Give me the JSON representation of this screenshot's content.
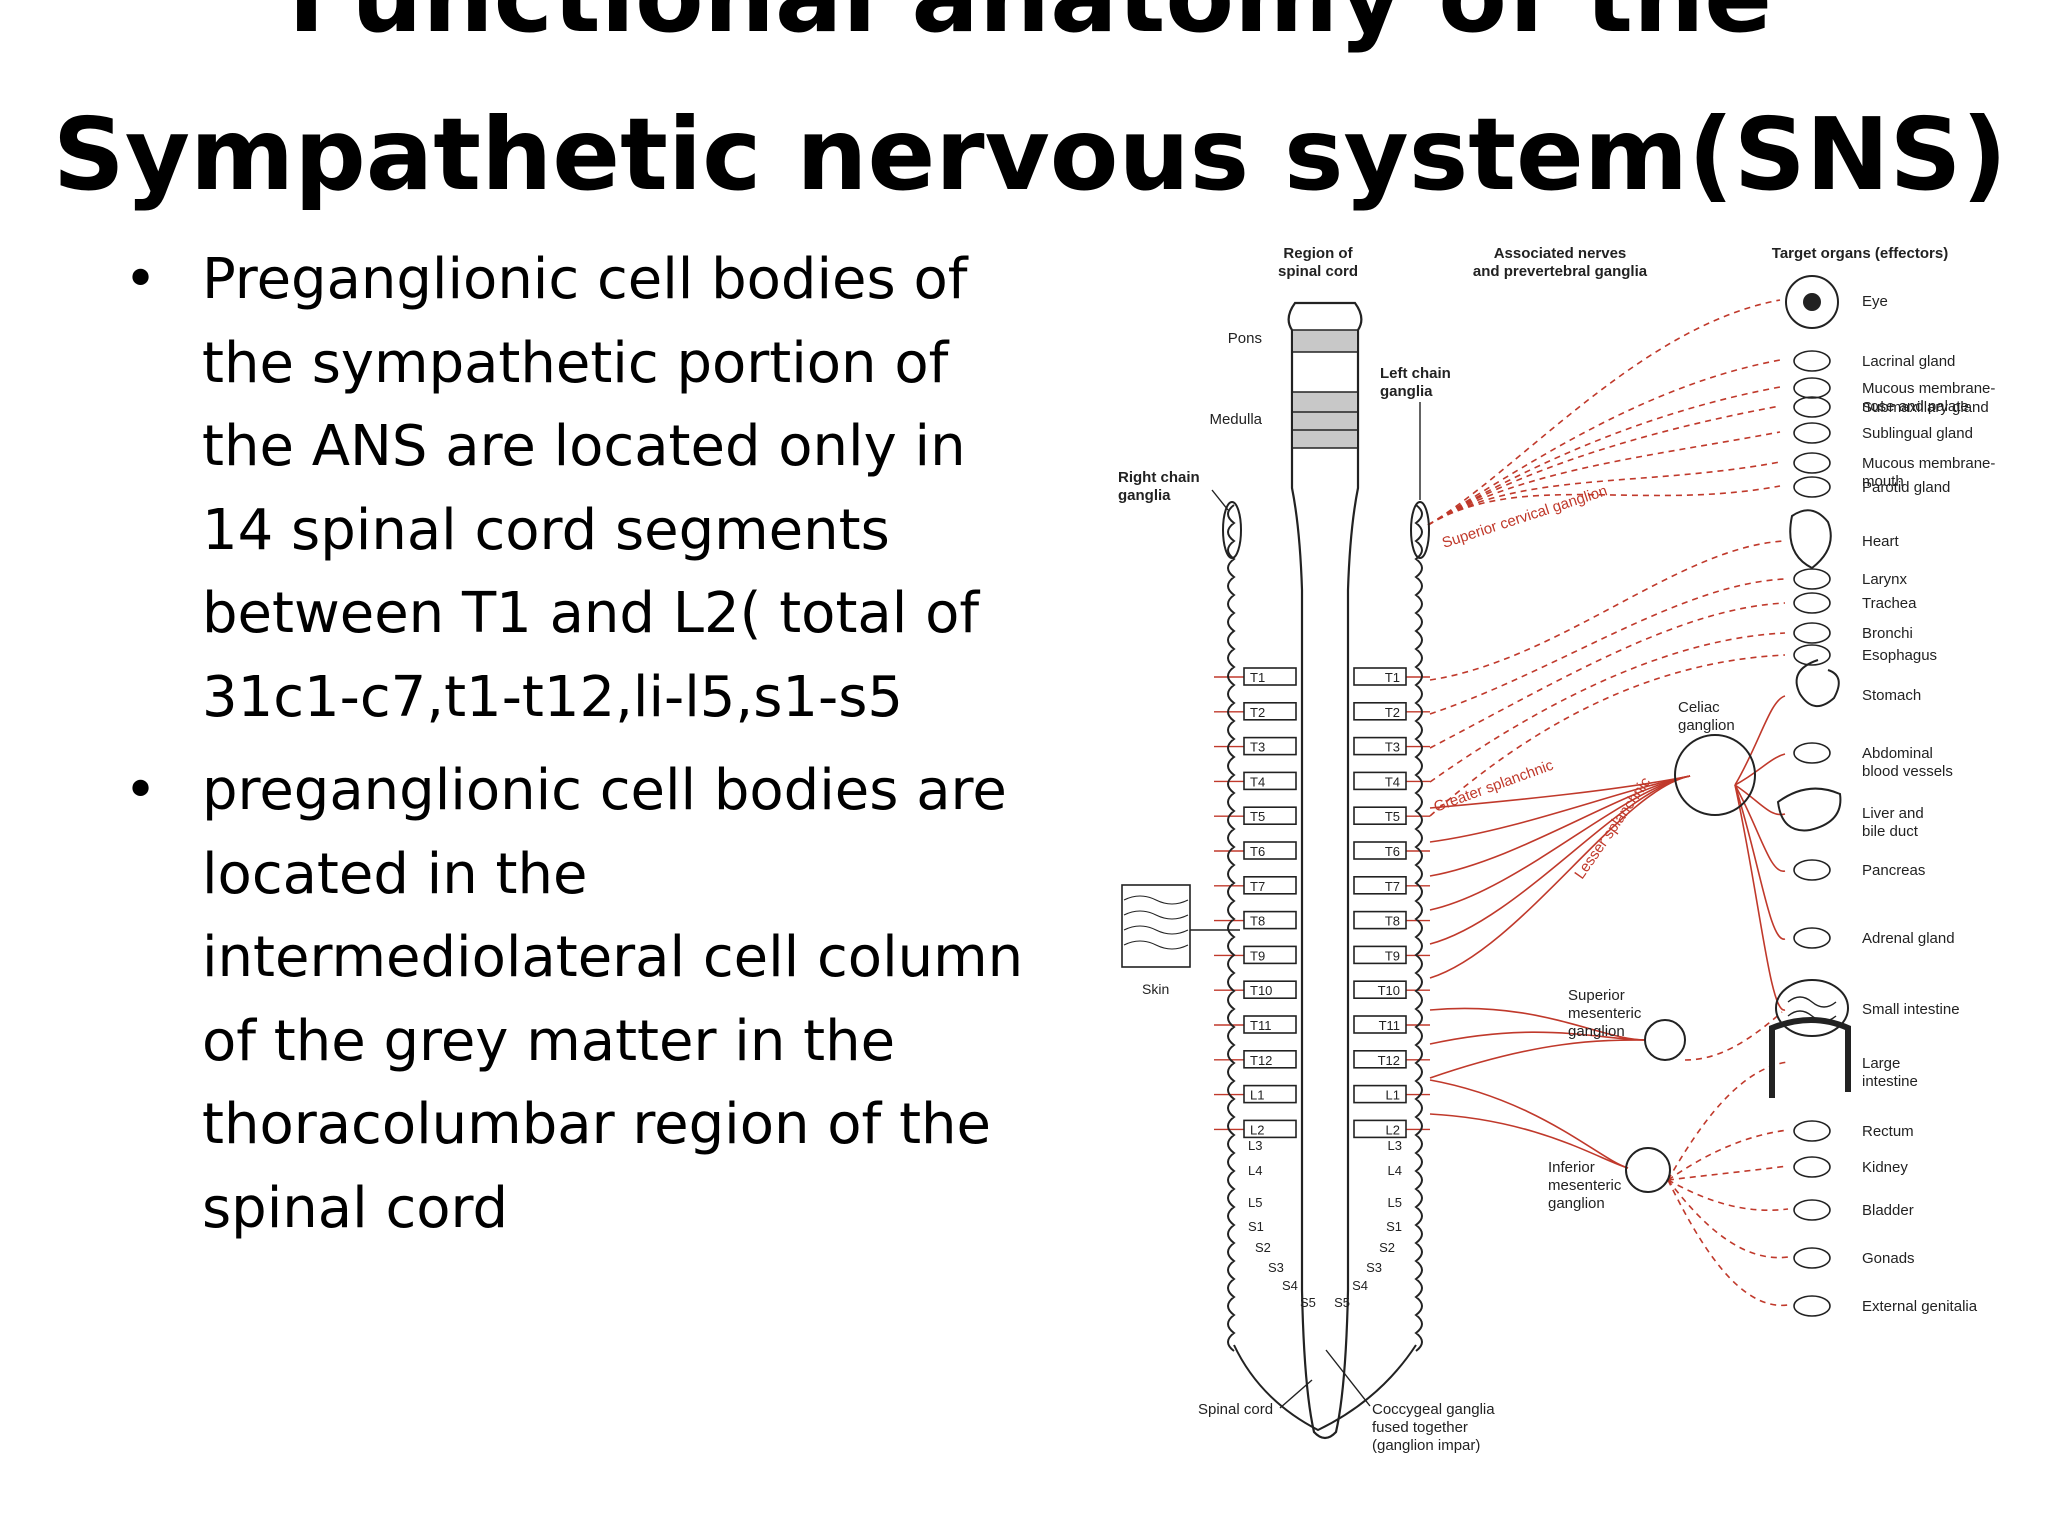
{
  "slide": {
    "title_line1": "Functional anatomy of the",
    "title_line2": "Sympathetic nervous system(SNS)",
    "bullets": [
      {
        "lines": [
          "Preganglionic cell bodies of",
          "the sympathetic portion of",
          "the ANS are located only in",
          "14 spinal cord segments",
          "between T1 and L2( total of",
          "31c1-c7,t1-t12,li-l5,s1-s5"
        ]
      },
      {
        "lines": [
          "preganglionic cell bodies  are",
          "located in the",
          "intermediolateral cell column",
          "of the grey matter in the",
          "thoracolumbar region of the",
          "spinal cord"
        ]
      }
    ]
  },
  "diagram": {
    "column_headers": {
      "region": [
        "Region of",
        "spinal cord"
      ],
      "nerves": [
        "Associated nerves",
        "and prevertebral ganglia"
      ],
      "targets": "Target organs (effectors)"
    },
    "cord_labels": {
      "pons": "Pons",
      "medulla": "Medulla",
      "right_chain": [
        "Right chain",
        "ganglia"
      ],
      "left_chain": [
        "Left chain",
        "ganglia"
      ],
      "skin": "Skin",
      "spinal_cord": "Spinal cord",
      "coccygeal": [
        "Coccygeal ganglia",
        "fused together",
        "(ganglion impar)"
      ]
    },
    "segments_left": [
      "T1",
      "T2",
      "T3",
      "T4",
      "T5",
      "T6",
      "T7",
      "T8",
      "T9",
      "T10",
      "T11",
      "T12",
      "L1",
      "L2"
    ],
    "segments_right": [
      "T1",
      "T2",
      "T3",
      "T4",
      "T5",
      "T6",
      "T7",
      "T8",
      "T9",
      "T10",
      "T11",
      "T12",
      "L1",
      "L2"
    ],
    "lower_left": [
      "L3",
      "L4",
      "L5",
      "S1",
      "S2",
      "S3",
      "S4",
      "S5"
    ],
    "lower_right": [
      "L3",
      "L4",
      "L5",
      "S1",
      "S2",
      "S3",
      "S4",
      "S5"
    ],
    "nerve_labels": {
      "superior_cervical": "Superior cervical ganglion",
      "greater_splanchnic": "Greater splanchnic",
      "lesser_splanchnic": "Lesser splanchnic",
      "celiac": [
        "Celiac",
        "ganglion"
      ],
      "superior_mesenteric": [
        "Superior",
        "mesenteric",
        "ganglion"
      ],
      "inferior_mesenteric": [
        "Inferior",
        "mesenteric",
        "ganglion"
      ]
    },
    "organs": [
      [
        "Eye"
      ],
      [
        "Lacrinal gland"
      ],
      [
        "Mucous membrane-",
        "nose and palate"
      ],
      [
        "Submaxillary gland"
      ],
      [
        "Sublingual gland"
      ],
      [
        "Mucous membrane-",
        "mouth"
      ],
      [
        "Parotid gland"
      ],
      [
        "Heart"
      ],
      [
        "Larynx"
      ],
      [
        "Trachea"
      ],
      [
        "Bronchi"
      ],
      [
        "Esophagus"
      ],
      [
        "Stomach"
      ],
      [
        "Abdominal",
        "blood vessels"
      ],
      [
        "Liver and",
        "bile duct"
      ],
      [
        "Pancreas"
      ],
      [
        "Adrenal gland"
      ],
      [
        "Small intestine"
      ],
      [
        "Large",
        "intestine"
      ],
      [
        "Rectum"
      ],
      [
        "Kidney"
      ],
      [
        "Bladder"
      ],
      [
        "Gonads"
      ],
      [
        "External genitalia"
      ]
    ],
    "colors": {
      "nerve": "#c0392b",
      "ink": "#222222",
      "shade": "#c8c8c8"
    }
  }
}
